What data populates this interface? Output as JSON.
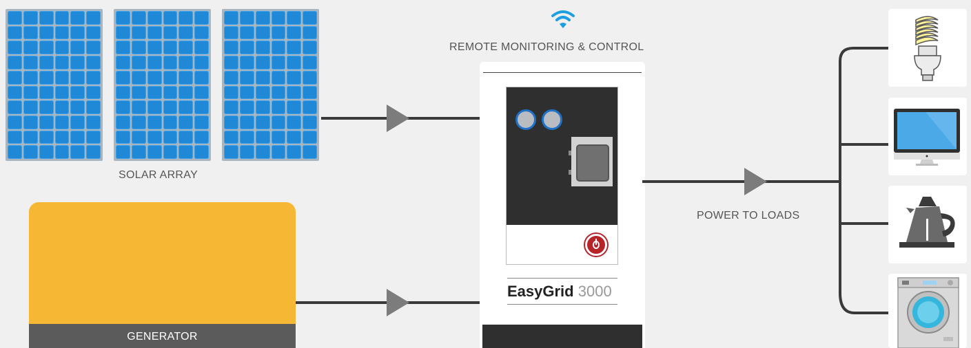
{
  "remote": {
    "label": "REMOTE MONITORING & CONTROL",
    "icon": "wifi-icon"
  },
  "solar": {
    "label": "SOLAR ARRAY",
    "panel_count": 3
  },
  "generator": {
    "label": "GENERATOR"
  },
  "loads": {
    "label": "POWER TO LOADS",
    "items": [
      "lightbulb-icon",
      "monitor-icon",
      "kettle-icon",
      "washing-machine-icon"
    ]
  },
  "device": {
    "brand": "EasyGrid",
    "model": "3000"
  },
  "colors": {
    "background": "#f0f0f0",
    "wifi": "#1e9ee2",
    "solar_cell": "#1f89d8",
    "generator": "#f6b734",
    "generator_bar": "#5b5b5b",
    "wire": "#3a3a3a",
    "arrow": "#7c7c7c",
    "device_dark": "#2f2f2f",
    "power_button": "#b8232a"
  }
}
